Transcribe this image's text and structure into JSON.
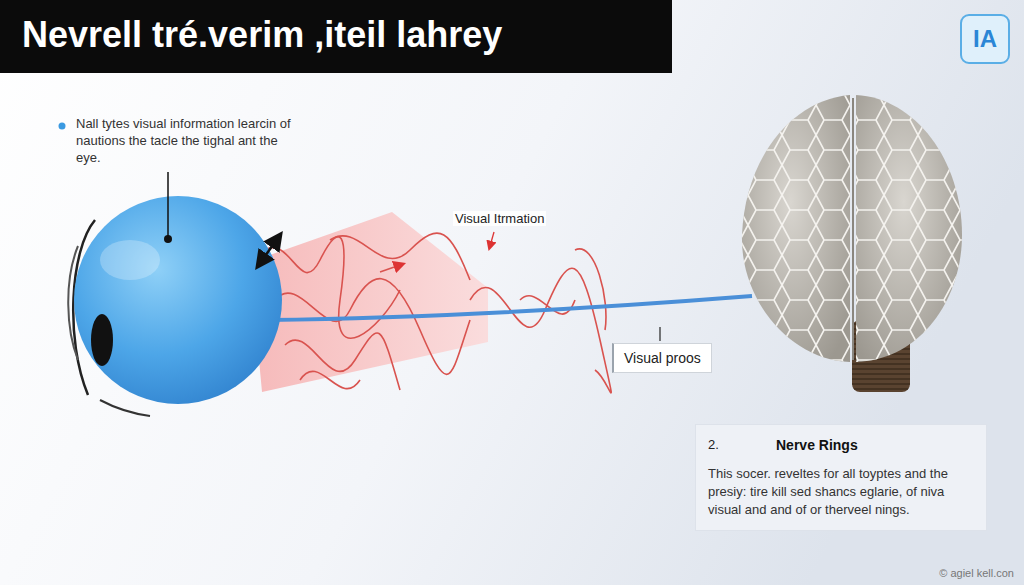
{
  "diagram": {
    "title": "Nevrell tré.verim ,iteil lahrey",
    "nodes": [
      {
        "text": [
          "IA"
        ]
      },
      {
        "text": [
          "Visual proos"
        ]
      },
      {
        "text": [
          "2.",
          "Nerve Rings",
          "This socer. reveltes for all toyptes and the presiy: tire kill sed shancs eglarie, of niva visual and and of or therveel nings."
        ]
      }
    ],
    "labels": [
      "Nall tytes visual information learcin of nautions the tacle the tighal ant the eye.",
      "Visual Itrmation",
      "© agiel kell.con"
    ]
  }
}
